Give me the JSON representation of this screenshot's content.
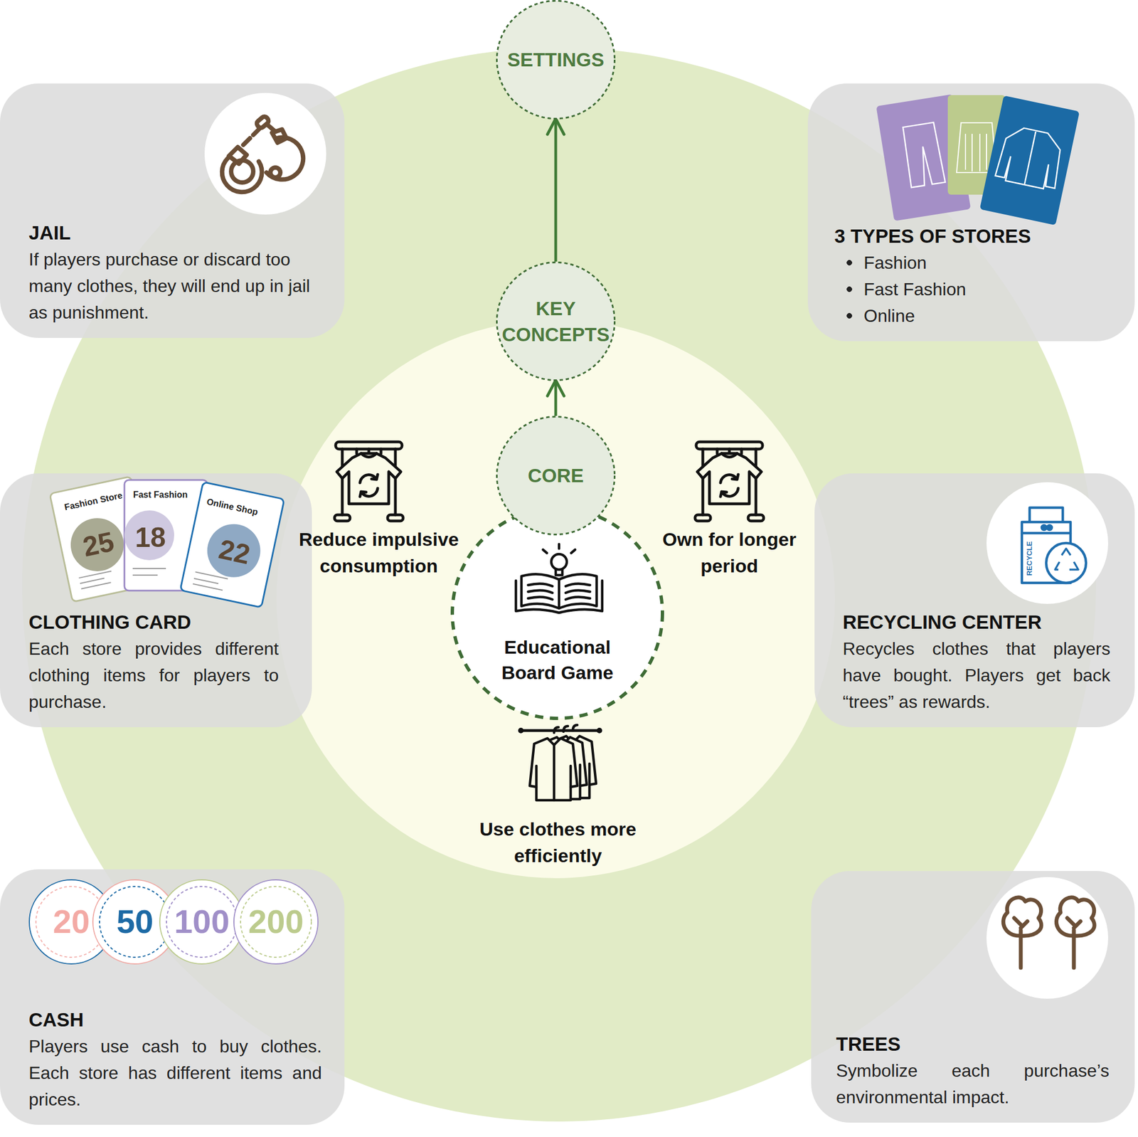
{
  "diagram": {
    "nodes": [
      {
        "text": [
          "SETTINGS"
        ]
      },
      {
        "text": [
          "JAIL",
          "If players purchase or discard too many clothes, they will end up in jail as punishment."
        ]
      },
      {
        "text": [
          "3 TYPES OF STORES",
          "Fashion",
          "Fast Fashion",
          "Online"
        ]
      },
      {
        "text": [
          "KEY CONCEPTS"
        ]
      },
      {
        "text": [
          "CORE"
        ]
      },
      {
        "text": [
          "CLOTHING CARD",
          "Each store provides different clothing items for players to purchase."
        ]
      },
      {
        "text": [
          "Educational Board Game"
        ]
      },
      {
        "text": [
          "RECYCLING CENTER",
          "Recycles clothes that players have bought. Players get back “trees” as rewards."
        ]
      },
      {
        "text": [
          "CASH",
          "Players use cash to buy clothes. Each store has different items and prices."
        ]
      },
      {
        "text": [
          "TREES",
          "Symbolize each purchase’s environmental impact."
        ]
      }
    ],
    "edges": [
      {
        "from": 4,
        "to": 3,
        "arrow": "to"
      },
      {
        "from": 3,
        "to": 0,
        "arrow": "to"
      }
    ],
    "labels": [
      "Reduce impulsive consumption",
      "Own for longer period",
      "Use clothes more efficiently",
      "Fashion Store",
      "Fast Fashion",
      "Online Shop",
      "25",
      "18",
      "22",
      "20",
      "50",
      "100",
      "200",
      "RECYCLE"
    ]
  }
}
